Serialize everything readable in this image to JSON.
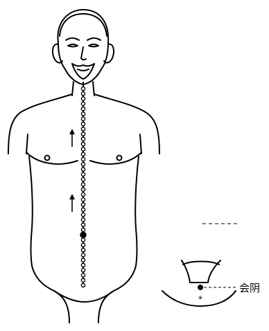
{
  "labels": {
    "huiyin": "会阴"
  },
  "colors": {
    "ink": "#000000",
    "paper": "#ffffff"
  },
  "meridian": {
    "point_count": 40,
    "arrow_count": 2
  }
}
